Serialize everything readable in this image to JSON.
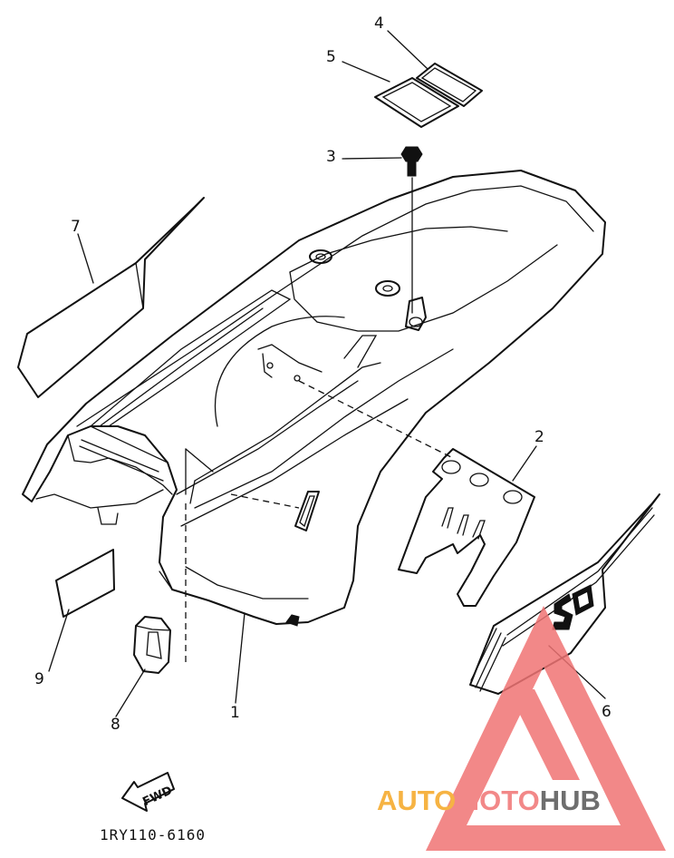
{
  "diagram": {
    "callouts": [
      "1",
      "2",
      "3",
      "4",
      "5",
      "6",
      "7",
      "8",
      "9"
    ],
    "fwd_label": "FWD",
    "part_code": "1RY110-6160"
  },
  "watermark": {
    "brand_part1": "AUTO",
    "brand_part2": "MOTO",
    "brand_part3": "HUB",
    "color_orange": "#f5a623",
    "color_red": "#f07474",
    "color_gray": "#555555"
  }
}
